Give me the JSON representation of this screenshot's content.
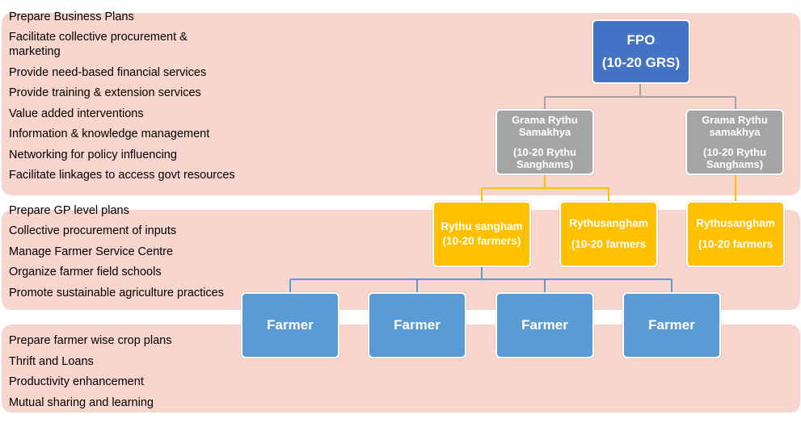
{
  "groups": [
    {
      "items": [
        "Prepare Business Plans",
        "Facilitate collective procurement & marketing",
        "Provide need-based financial services",
        "Provide training & extension services",
        "Value added interventions",
        "Information & knowledge management",
        "Networking for policy influencing",
        "Facilitate linkages to access govt resources"
      ]
    },
    {
      "items": [
        "Prepare GP level plans",
        "Collective procurement of inputs",
        "Manage Farmer Service Centre",
        "Organize farmer field schools",
        "Promote sustainable agriculture practices"
      ]
    },
    {
      "items": [
        "Prepare farmer wise crop plans",
        "Thrift and Loans",
        "Productivity enhancement",
        "Mutual sharing and learning"
      ]
    }
  ],
  "org_chart": {
    "fpo": {
      "name": "FPO",
      "size": "(10-20 GRS)"
    },
    "grs": [
      {
        "name": "Grama Rythu Samakhya",
        "size": "(10-20 Rythu Sanghams)"
      },
      {
        "name": "Grama Rythu samakhya",
        "size": "(10-20 Rythu Sanghams)"
      }
    ],
    "rythu_sanghams": [
      {
        "label": "Rythu sangham (10-20 farmers)",
        "name": "",
        "size": ""
      },
      {
        "label": "",
        "name": "Rythusangham",
        "size": "(10-20 farmers"
      },
      {
        "label": "",
        "name": "Rythusangham",
        "size": "(10-20 farmers"
      }
    ],
    "farmers": [
      "Farmer",
      "Farmer",
      "Farmer",
      "Farmer"
    ]
  },
  "colors": {
    "band": "#f8d5cd",
    "fpo": "#4472c4",
    "grs": "#a5a5a5",
    "rythu_sangham": "#ffc000",
    "farmer": "#5b9bd5",
    "connector_grey": "#a5a5a5",
    "connector_gold": "#ffc000",
    "connector_blue": "#5b9bd5"
  }
}
